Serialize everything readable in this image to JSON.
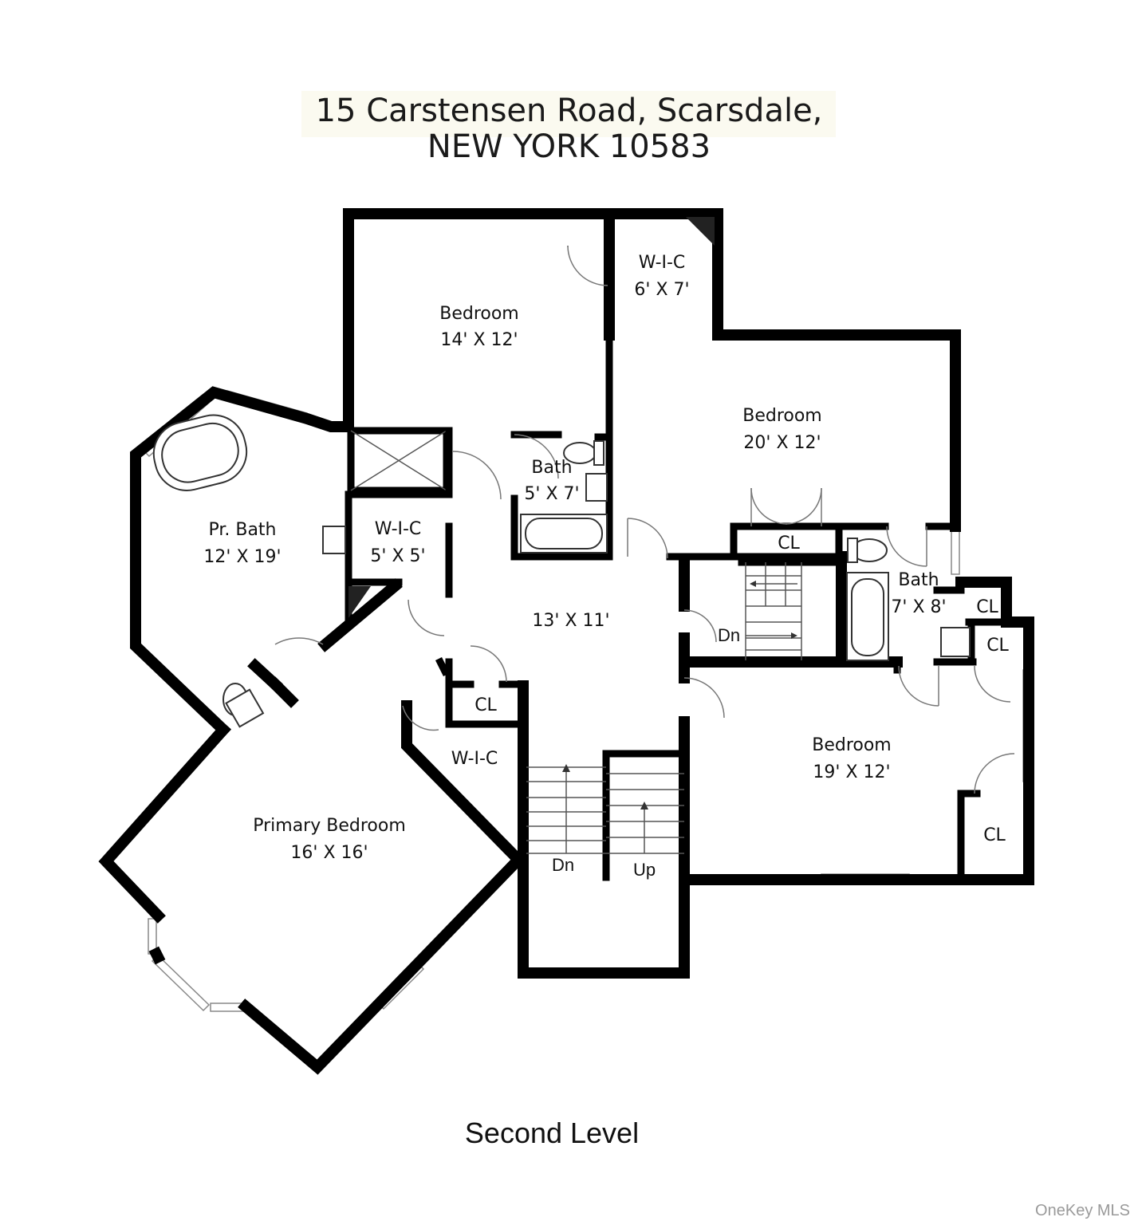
{
  "title": {
    "line1": "15 Carstensen Road, Scarsdale,",
    "line2": "NEW YORK 10583"
  },
  "footer": "Second Level",
  "watermark": "OneKey MLS",
  "rooms": {
    "bedroom_top": {
      "name": "Bedroom",
      "size": "14' X 12'"
    },
    "wic_top": {
      "name": "W-I-C",
      "size": "6' X 7'"
    },
    "bedroom_right": {
      "name": "Bedroom",
      "size": "20' X 12'"
    },
    "bath_small": {
      "name": "Bath",
      "size": "5' X 7'"
    },
    "pr_bath": {
      "name": "Pr. Bath",
      "size": "12' X 19'"
    },
    "wic_mid": {
      "name": "W-I-C",
      "size": "5' X 5'"
    },
    "hall": {
      "size": "13' X 11'"
    },
    "bath_right": {
      "name": "Bath",
      "size": "7' X 8'"
    },
    "bedroom_lower_right": {
      "name": "Bedroom",
      "size": "19' X 12'"
    },
    "primary_bedroom": {
      "name": "Primary Bedroom",
      "size": "16' X 16'"
    },
    "wic_primary": {
      "name": "W-I-C"
    }
  },
  "closets": {
    "cl_bedroom_right": "CL",
    "cl_bath_right_1": "CL",
    "cl_bath_right_2": "CL",
    "cl_hall": "CL",
    "cl_lower_right": "CL"
  },
  "stairs": {
    "dn_right": "Dn",
    "dn_main": "Dn",
    "up_main": "Up"
  }
}
